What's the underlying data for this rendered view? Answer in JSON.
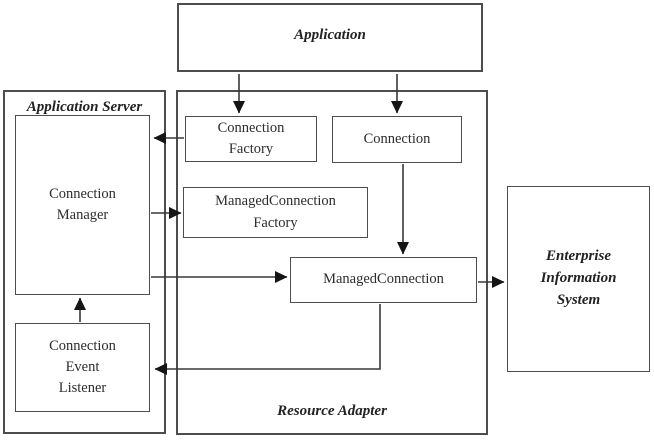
{
  "canvas": {
    "background": "#ffffff",
    "border_color": "#4d4d4d",
    "text_color": "#2d2d2d",
    "arrow_color": "#383838",
    "arrowhead_color": "#151515"
  },
  "containers": {
    "application": {
      "label": "Application"
    },
    "application_server": {
      "label": "Application Server"
    },
    "resource_adapter": {
      "label": "Resource Adapter"
    },
    "enterprise_information_system": {
      "label": "Enterprise Information System"
    }
  },
  "nodes": {
    "connection_factory": {
      "label": "Connection Factory"
    },
    "connection": {
      "label": "Connection"
    },
    "managed_connection_factory": {
      "label": "ManagedConnection Factory"
    },
    "managed_connection": {
      "label": "ManagedConnection"
    },
    "connection_manager": {
      "label": "Connection Manager"
    },
    "connection_event_listener": {
      "label": "Connection Event Listener"
    }
  },
  "connections": [
    {
      "from": "Application",
      "to": "Connection Factory"
    },
    {
      "from": "Application",
      "to": "Connection"
    },
    {
      "from": "Connection Factory",
      "to": "Connection Manager"
    },
    {
      "from": "Connection Manager",
      "to": "ManagedConnection Factory"
    },
    {
      "from": "Connection Manager",
      "to": "ManagedConnection"
    },
    {
      "from": "Connection",
      "to": "ManagedConnection"
    },
    {
      "from": "ManagedConnection",
      "to": "Enterprise Information System"
    },
    {
      "from": "ManagedConnection",
      "to": "Connection Event Listener"
    },
    {
      "from": "Connection Event Listener",
      "to": "Connection Manager"
    }
  ]
}
